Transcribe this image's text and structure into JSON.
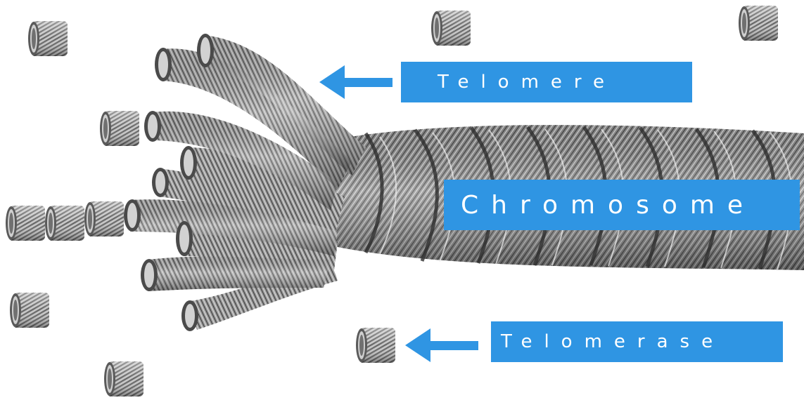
{
  "labels": {
    "telomere": "Telomere",
    "chromosome": "Chromosome",
    "telomerase": "Telomerase"
  },
  "colors": {
    "label_background": "#2f95e3",
    "label_text": "#ffffff",
    "arrow": "#2f95e3",
    "rope_light": "#d6d6d6",
    "rope_dark": "#3a3a3a"
  }
}
